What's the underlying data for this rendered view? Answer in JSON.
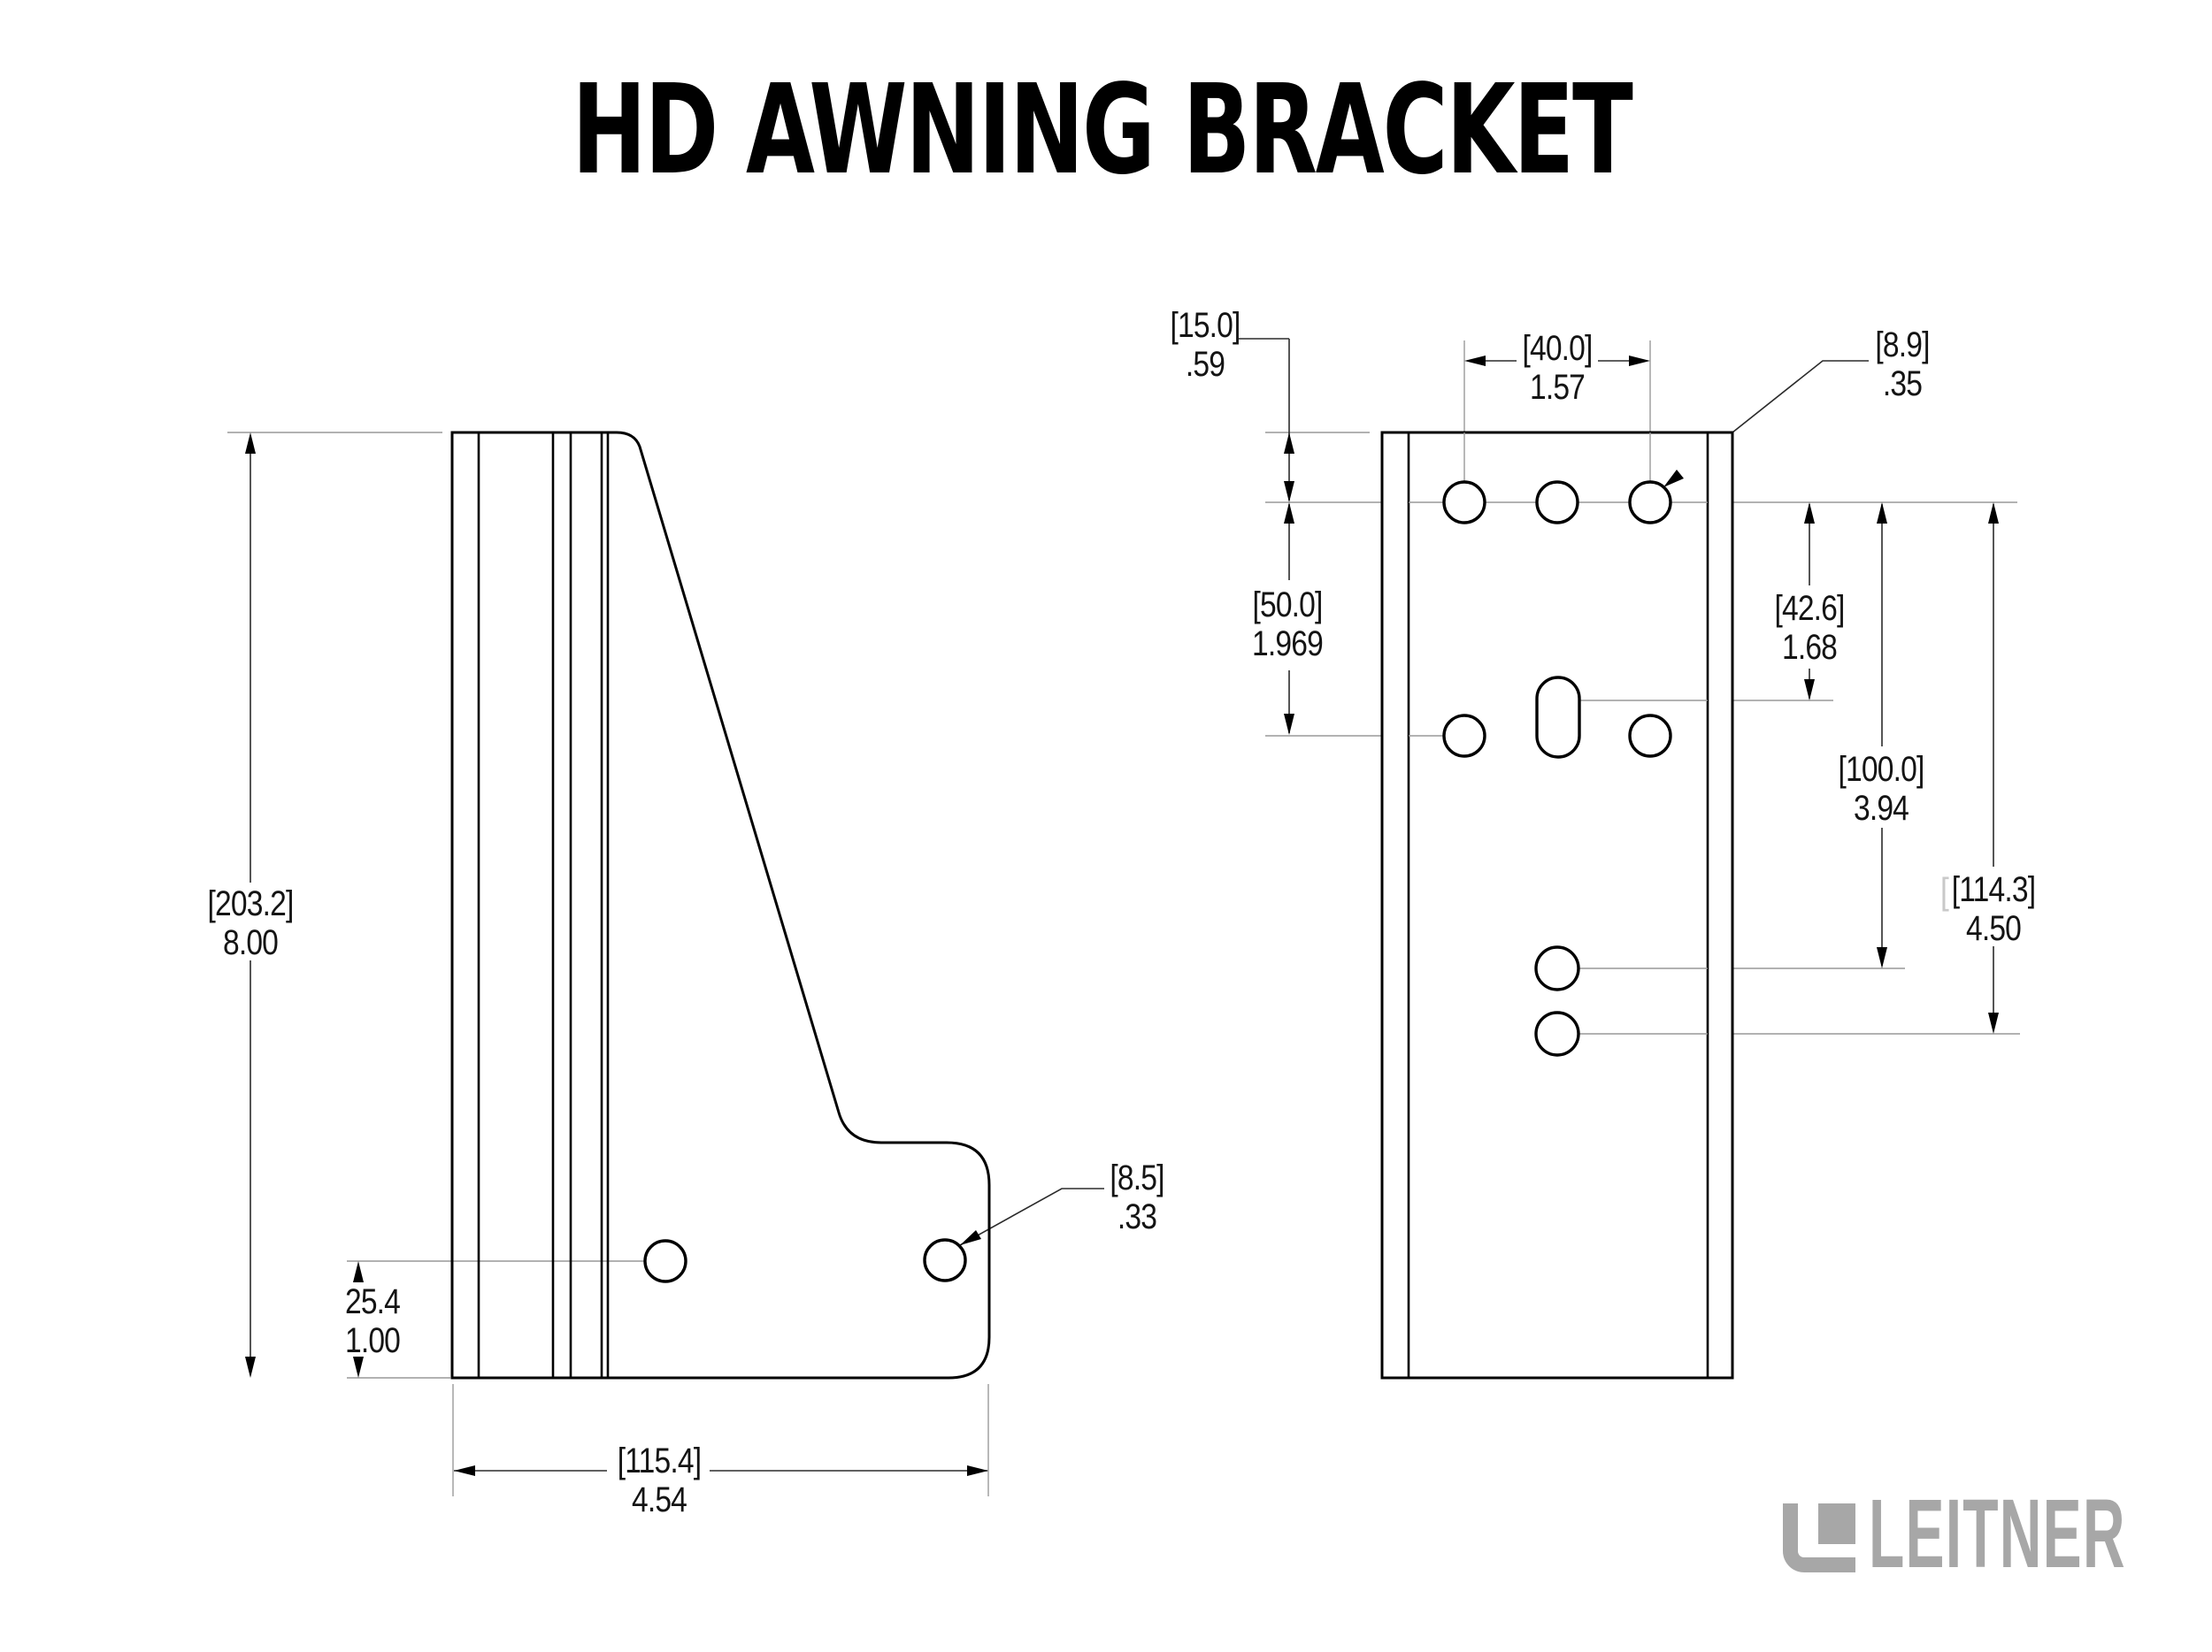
{
  "title": "HD AWNING BRACKET",
  "logo": {
    "text": "LEITNER"
  },
  "colors": {
    "background": "#ffffff",
    "object_line": "#000000",
    "dimension_line": "#2b2b2b",
    "extension_line": "#999999",
    "text": "#141414",
    "logo_gray": "#a7a7a7"
  },
  "drawing": {
    "left_view": {
      "height_dim": {
        "mm": "[203.2]",
        "in": "8.00"
      },
      "hole_offset_dim": {
        "mm": "25.4",
        "in": "1.00"
      },
      "width_dim": {
        "mm": "[115.4]",
        "in": "4.54"
      },
      "hole_dia_dim": {
        "mm": "[8.5]",
        "in": ".33"
      }
    },
    "right_view": {
      "top_offset_dim": {
        "mm": "[15.0]",
        "in": ".59"
      },
      "hole_spacing_dim": {
        "mm": "[40.0]",
        "in": "1.57"
      },
      "hole_dia_dim": {
        "mm": "[8.9]",
        "in": ".35"
      },
      "row_spacing_dim": {
        "mm": "[50.0]",
        "in": "1.969"
      },
      "slot_offset_dim": {
        "mm": "[42.6]",
        "in": "1.68"
      },
      "hole4_offset_dim": {
        "mm": "[100.0]",
        "in": "3.94"
      },
      "hole5_offset_dim": {
        "mm": "[114.3]",
        "in": "4.50"
      },
      "stray_bracket": "["
    }
  }
}
